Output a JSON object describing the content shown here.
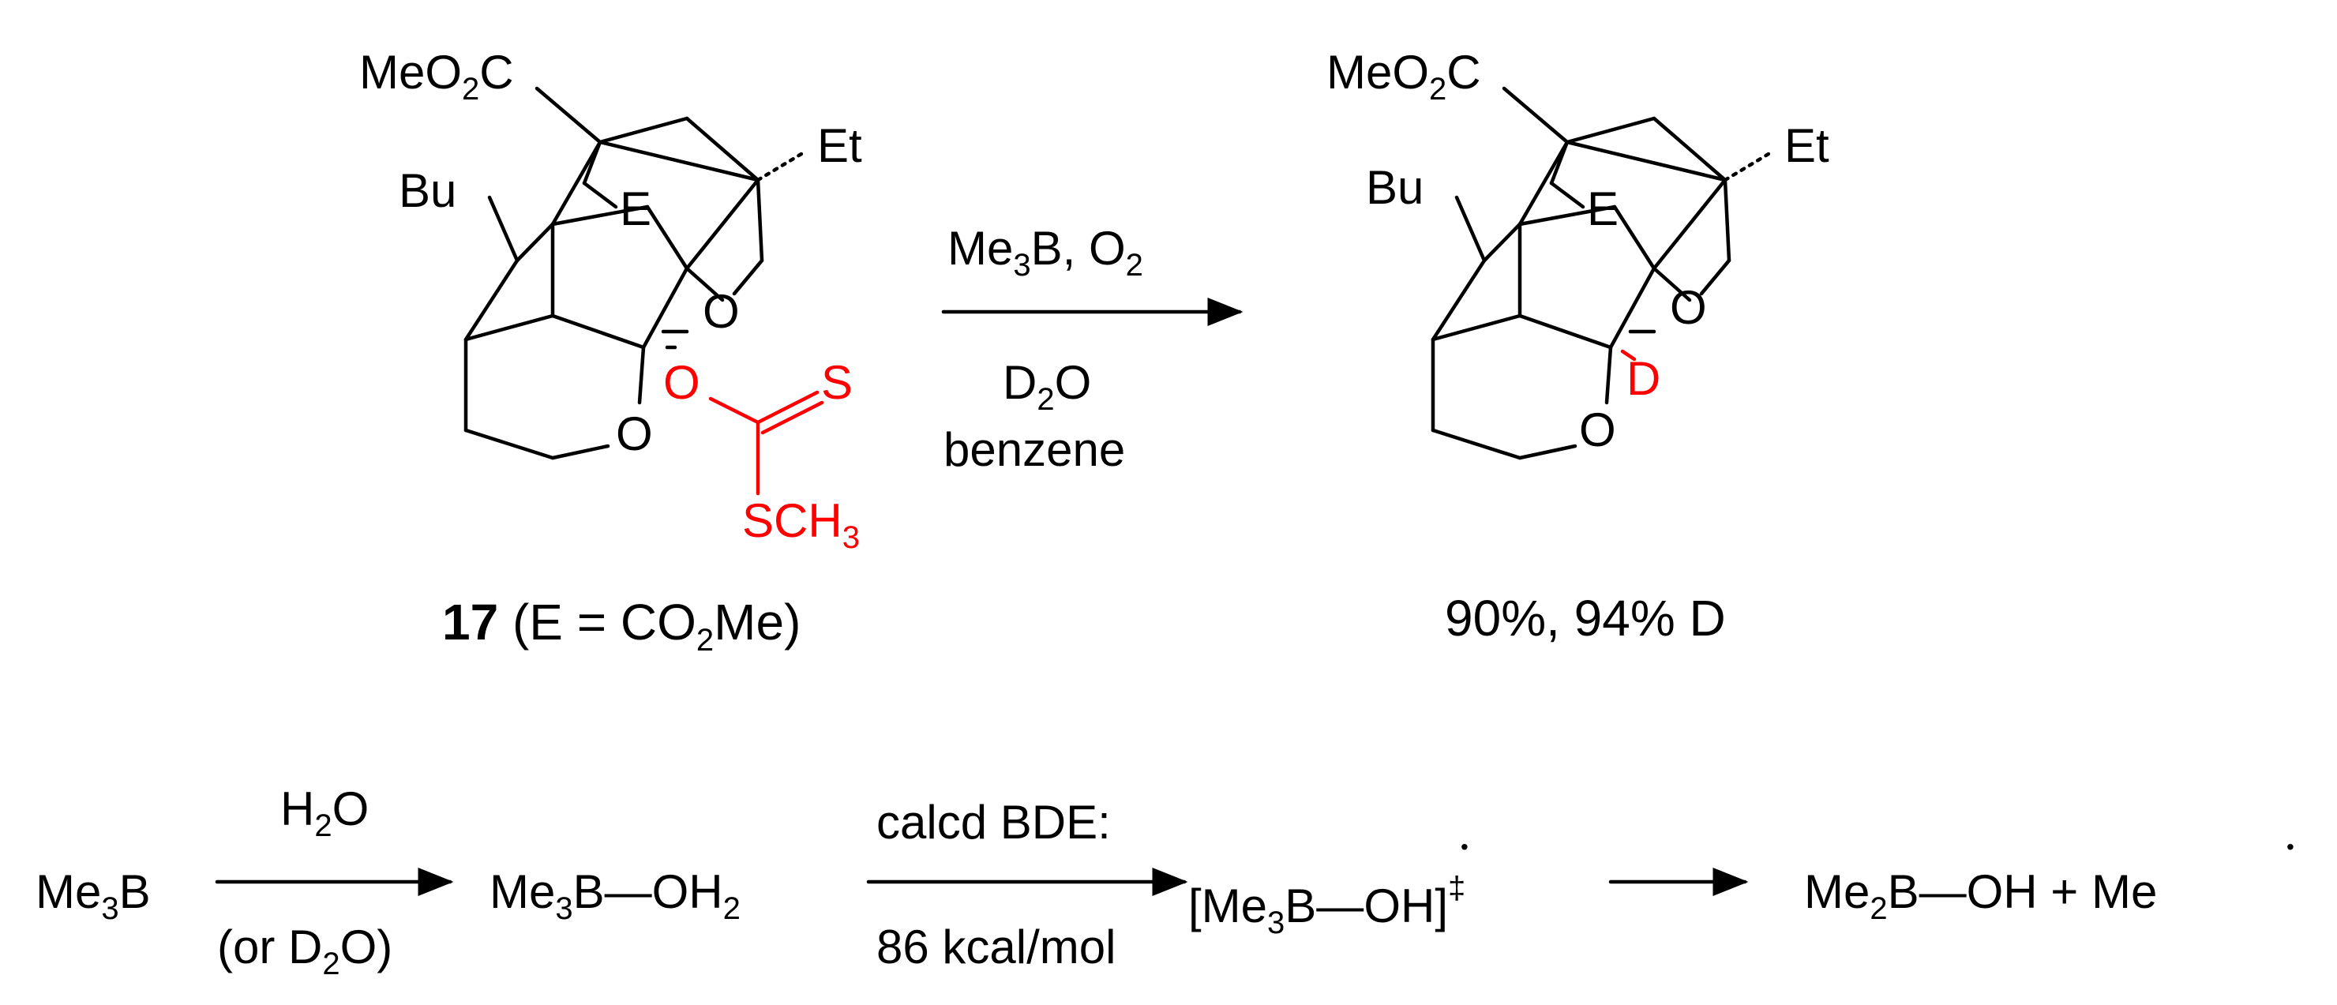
{
  "colors": {
    "ink": "#000000",
    "highlight": "#ff0000"
  },
  "reactant": {
    "ester_left": "MeO",
    "ester_sub": "2",
    "ester_right": "C",
    "butyl": "Bu",
    "ethyl": "Et",
    "e_group": "E",
    "ring_oxygen": "O",
    "ring_oxygen_lower": "O",
    "xanthate_oxygen": "O",
    "xanthate_sulfur": "S",
    "xanthate_sch_left": "SCH",
    "xanthate_sch_sub": "3",
    "compound_number": "17",
    "compound_def_left": " (E = CO",
    "compound_def_sub": "2",
    "compound_def_right": "Me)"
  },
  "conditions": {
    "reagent_left": "Me",
    "reagent_sub1": "3",
    "reagent_mid": "B, O",
    "reagent_sub2": "2",
    "additive_left": "D",
    "additive_sub": "2",
    "additive_right": "O",
    "solvent": "benzene"
  },
  "product": {
    "ester_left": "MeO",
    "ester_sub": "2",
    "ester_right": "C",
    "butyl": "Bu",
    "ethyl": "Et",
    "e_group": "E",
    "ring_oxygen": "O",
    "ring_oxygen_lower": "O",
    "deuterium": "D",
    "result": "90%, 94% D"
  },
  "mechanism": {
    "start_left": "Me",
    "start_sub": "3",
    "start_right": "B",
    "step1_above_left": "H",
    "step1_above_sub": "2",
    "step1_above_right": "O",
    "step1_below_left": "(or  D",
    "step1_below_sub": "2",
    "step1_below_right": "O)",
    "complex_left": "Me",
    "complex_sub1": "3",
    "complex_mid": "B—OH",
    "complex_sub2": "2",
    "step2_above": "calcd BDE:",
    "step2_below": "86 kcal/mol",
    "ts_left": "[Me",
    "ts_sub": "3",
    "ts_mid": "B—",
    "ts_oh": "OH",
    "ts_right": "]",
    "ts_dagger": "‡",
    "radical_dot": "•",
    "final_left": "Me",
    "final_sub": "2",
    "final_mid": "B—OH  +  Me"
  }
}
